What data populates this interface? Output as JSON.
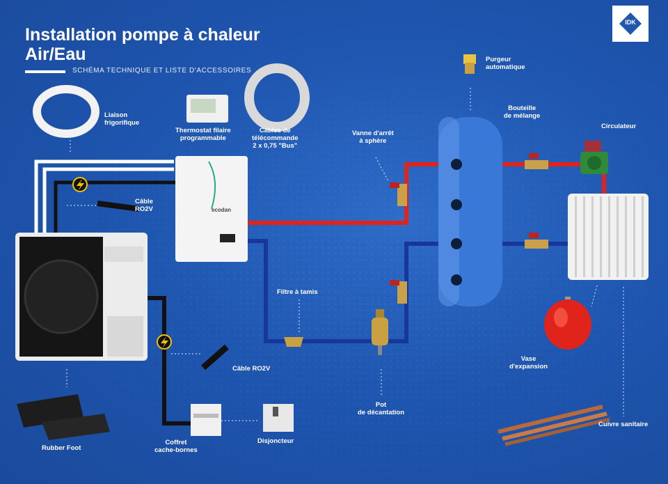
{
  "header": {
    "title_line1": "Installation pompe à chaleur",
    "title_line2": "Air/Eau",
    "subtitle": "SCHÉMA TECHNIQUE ET LISTE D'ACCESSOIRES"
  },
  "logo": {
    "text": "IDK"
  },
  "unit_brand": {
    "text": "ecodan"
  },
  "labels": {
    "liaison": [
      "Liaison",
      "frigorifique"
    ],
    "thermostat": [
      "Thermostat filaire",
      "programmable"
    ],
    "cables_tele": [
      "Câbles de",
      "télécommande",
      "2 x 0,75 \"Bus\""
    ],
    "purgeur": [
      "Purgeur",
      "automatique"
    ],
    "bouteille": [
      "Bouteille",
      "de mélange"
    ],
    "vanne": [
      "Vanne d'arrêt",
      "à sphère"
    ],
    "circulateur": [
      "Circulateur"
    ],
    "cable_ro2v_top": [
      "Câble",
      "RO2V"
    ],
    "filtre": [
      "Filtre à tamis"
    ],
    "cable_ro2v_bottom": [
      "Câble RO2V"
    ],
    "pot": [
      "Pot",
      "de décantation"
    ],
    "vase": [
      "Vase",
      "d'expansion"
    ],
    "rubber": [
      "Rubber Foot"
    ],
    "coffret": [
      "Coffret",
      "cache-bornes"
    ],
    "disjoncteur": [
      "Disjoncteur"
    ],
    "cuivre": [
      "Cuivre sanitaire"
    ]
  },
  "colors": {
    "background": "#1f56b0",
    "hot_pipe": "#e0241b",
    "cold_pipe": "#17389a",
    "cable": "#1a1a1a",
    "refrigerant": "#ffffff"
  },
  "icons": [
    "lightning-icon",
    "mitsubishi-logo-icon"
  ]
}
